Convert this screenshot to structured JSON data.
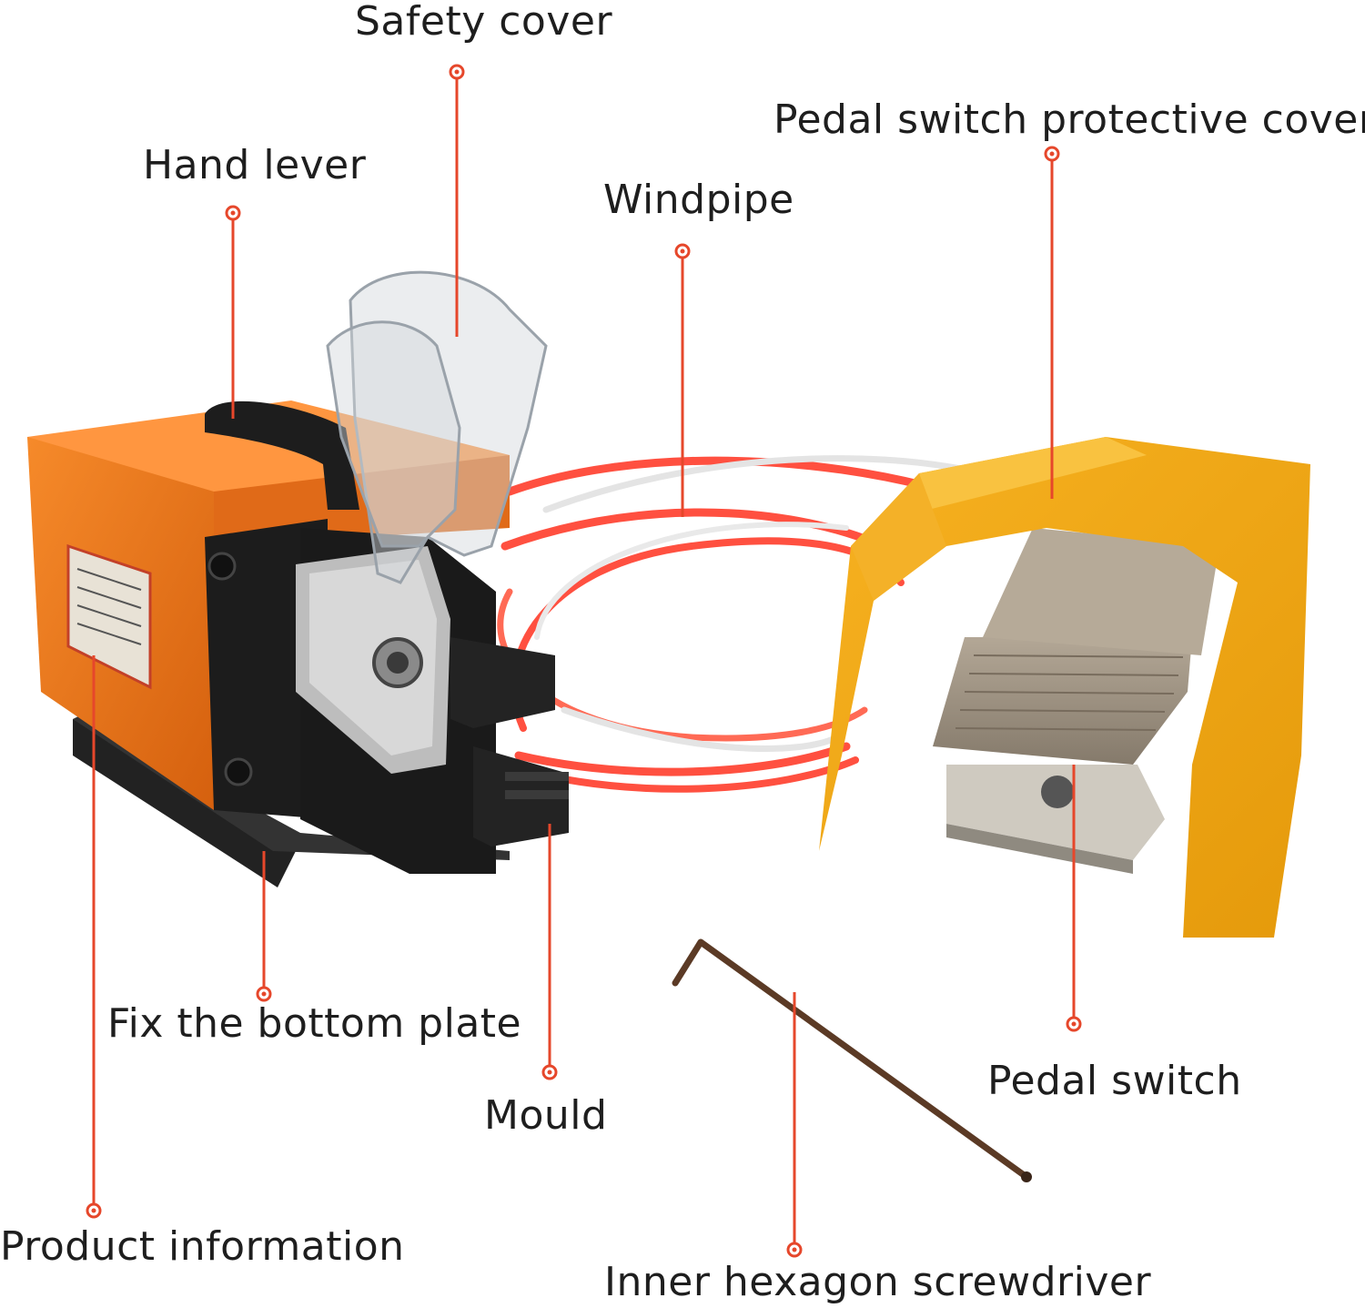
{
  "labels": {
    "safety_cover": "Safety cover",
    "pedal_switch_protective_cover": "Pedal switch protective cover",
    "hand_lever": "Hand lever",
    "windpipe": "Windpipe",
    "fix_the_bottom_plate": "Fix the bottom plate",
    "mould": "Mould",
    "pedal_switch": "Pedal switch",
    "product_information": "Product information",
    "inner_hexagon_screwdriver": "Inner hexagon screwdriver"
  },
  "colors": {
    "callout_line": "#e6472b",
    "machine_body": "#f07a1c",
    "pedal_cover": "#f5a915",
    "pedal_plate": "#9a8f7f",
    "tubing_red": "#ff4a3a",
    "tubing_clear": "#e9eaea",
    "text": "#1e1e1e"
  }
}
